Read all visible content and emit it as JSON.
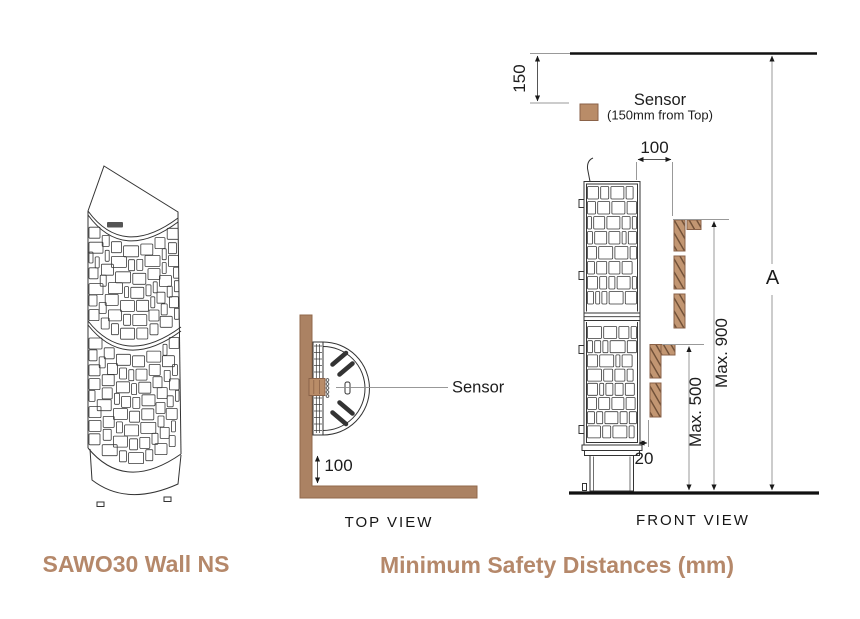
{
  "titles": {
    "product": "SAWO30 Wall NS",
    "diagram": "Minimum Safety Distances (mm)"
  },
  "legend": {
    "label": "Sensor",
    "sublabel": "(150mm from Top)"
  },
  "top_view": {
    "caption": "TOP VIEW",
    "sensor_label": "Sensor",
    "dim_wall_distance": "100"
  },
  "front_view": {
    "caption": "FRONT VIEW",
    "dim_ceiling_to_sensor": "150",
    "dim_side_clearance": "100",
    "dim_max_upper": "Max. 900",
    "dim_max_lower": "Max. 500",
    "dim_bottom_clearance": "20",
    "dim_ceiling_height": "A"
  },
  "colors": {
    "wood_fill": "#c29672",
    "wood_grain": "#6e4e36",
    "wood_border": "#8a6248",
    "wall_fill": "#ab8263",
    "wall_border": "#91684b",
    "drawing_line": "#333333",
    "dim_line": "#999999",
    "arrow": "#1a1a1a",
    "text": "#1d1d1d",
    "accent": "#b5886a"
  }
}
